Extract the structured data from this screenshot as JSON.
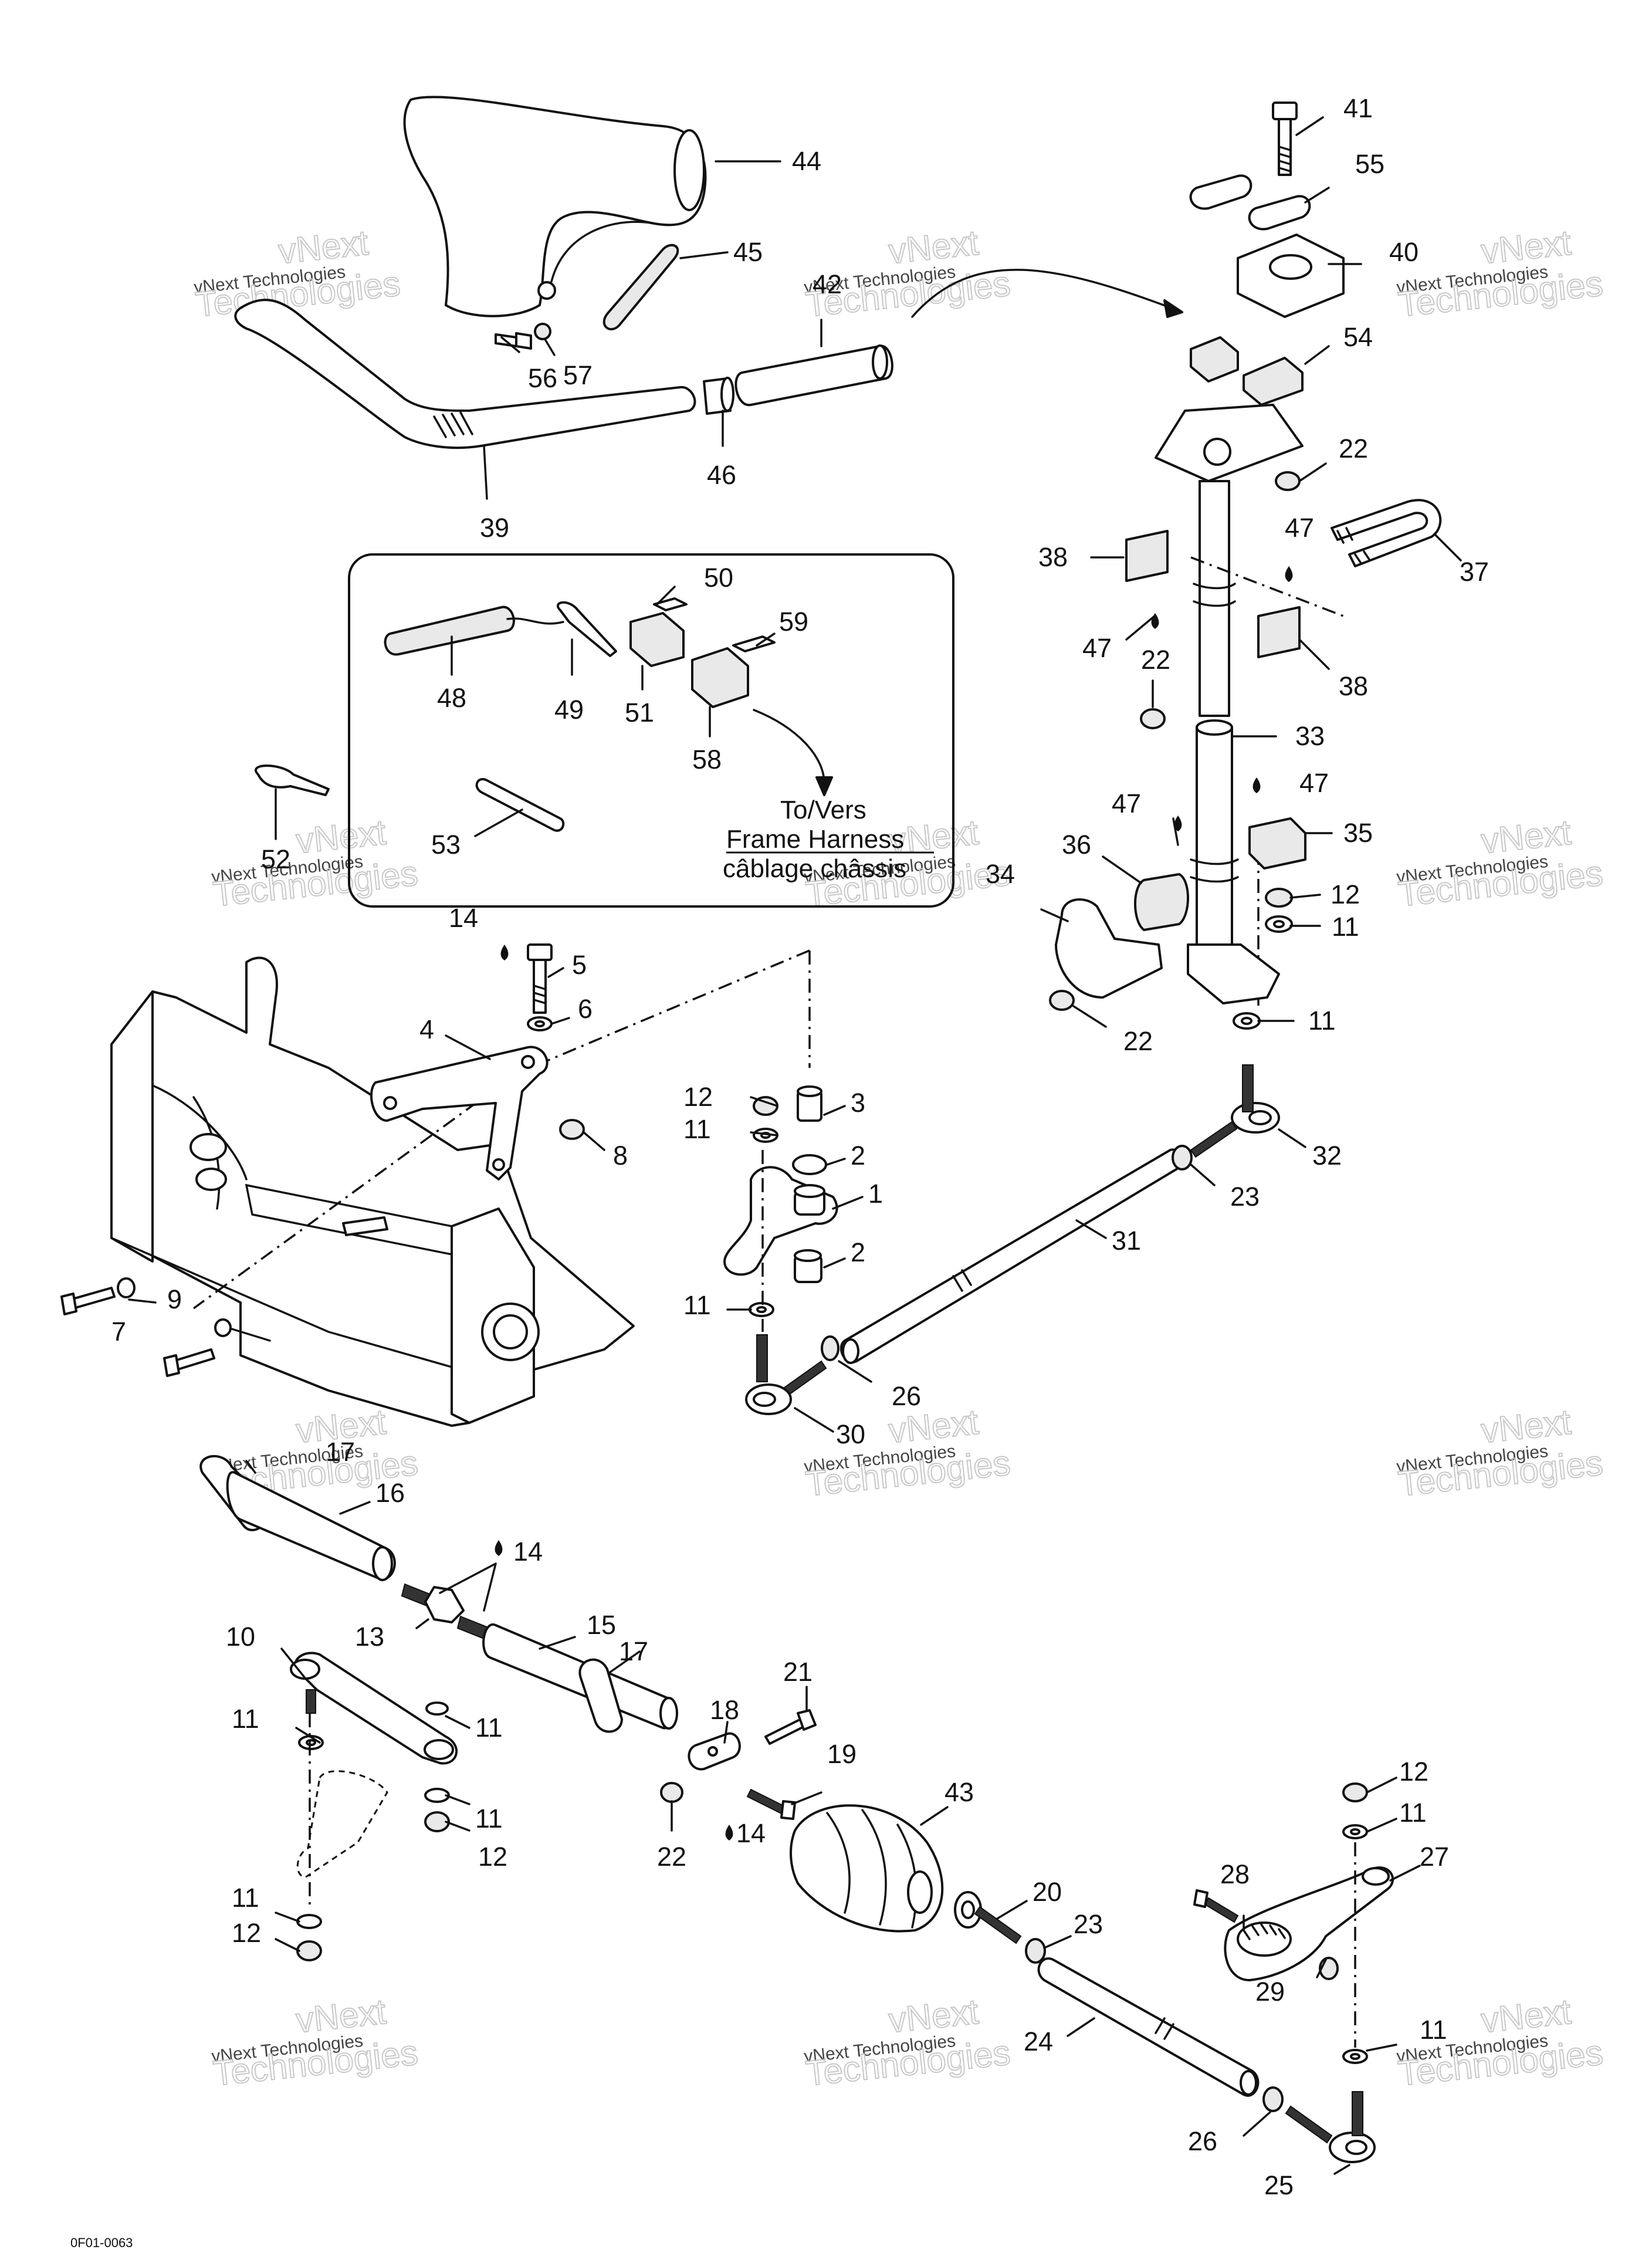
{
  "figure": {
    "harness_note": {
      "line1": "To/Vers",
      "line2": "Frame Harness",
      "line3": "câblage châssis"
    },
    "drawing_code": "0F01-0063"
  },
  "watermark": {
    "line1": "vNext Technologies",
    "line2": "vNext",
    "line3": "Technologies"
  },
  "callouts": {
    "n1": "1",
    "n2a": "2",
    "n2b": "2",
    "n3": "3",
    "n4": "4",
    "n5": "5",
    "n6": "6",
    "n7": "7",
    "n8": "8",
    "n9": "9",
    "n10": "10",
    "n11a": "11",
    "n11b": "11",
    "n11c": "11",
    "n11d": "11",
    "n11e": "11",
    "n11f": "11",
    "n11g": "11",
    "n11h": "11",
    "n11i": "11",
    "n11j": "11",
    "n12a": "12",
    "n12b": "12",
    "n12c": "12",
    "n12d": "12",
    "n12e": "12",
    "n13": "13",
    "n14a": "14",
    "n14b": "14",
    "n14c": "14",
    "n15": "15",
    "n16": "16",
    "n17a": "17",
    "n17b": "17",
    "n18": "18",
    "n19": "19",
    "n20": "20",
    "n21": "21",
    "n22a": "22",
    "n22b": "22",
    "n22c": "22",
    "n22d": "22",
    "n23a": "23",
    "n23b": "23",
    "n24": "24",
    "n25": "25",
    "n26a": "26",
    "n26b": "26",
    "n27": "27",
    "n28": "28",
    "n29": "29",
    "n30": "30",
    "n31": "31",
    "n32": "32",
    "n33": "33",
    "n34": "34",
    "n35": "35",
    "n36": "36",
    "n37": "37",
    "n38a": "38",
    "n38b": "38",
    "n39": "39",
    "n40": "40",
    "n41": "41",
    "n42": "42",
    "n43": "43",
    "n44": "44",
    "n45": "45",
    "n46": "46",
    "n47a": "47",
    "n47b": "47",
    "n47c": "47",
    "n47d": "47",
    "n48": "48",
    "n49": "49",
    "n50": "50",
    "n51": "51",
    "n52": "52",
    "n53": "53",
    "n54": "54",
    "n55": "55",
    "n56": "56",
    "n57": "57",
    "n58": "58",
    "n59": "59"
  },
  "colors": {
    "ink": "#111111",
    "paper": "#ffffff",
    "watermark": "#c8c8c8"
  }
}
